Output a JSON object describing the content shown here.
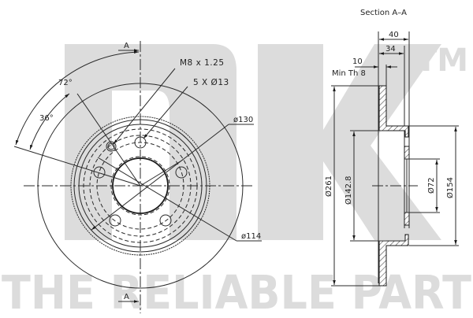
{
  "brand": {
    "logo_letters": "NK",
    "trademark": "TM",
    "tagline": "THE RELIABLE PART",
    "watermark_color": "#dcdcdc"
  },
  "front_view": {
    "section_marker_top": "A",
    "section_marker_bottom": "A",
    "angle_outer": "72°",
    "angle_inner": "36°",
    "thread_callout": "M8 x 1.25",
    "bolt_holes_callout": "5 X Ø13",
    "pcd_130": "ø130",
    "pcd_114": "ø114"
  },
  "section_view": {
    "title": "Section A–A",
    "dim_overall_height": "40",
    "dim_hat_height": "34",
    "dim_thickness": "10",
    "min_thickness": "Min Th  8",
    "dia_outer": "Ø261",
    "dia_inner_braking": "Ø142.8",
    "dia_center_bore": "Ø72",
    "dia_hat": "Ø154"
  },
  "colors": {
    "line": "#2a2a2a",
    "background": "#ffffff"
  }
}
